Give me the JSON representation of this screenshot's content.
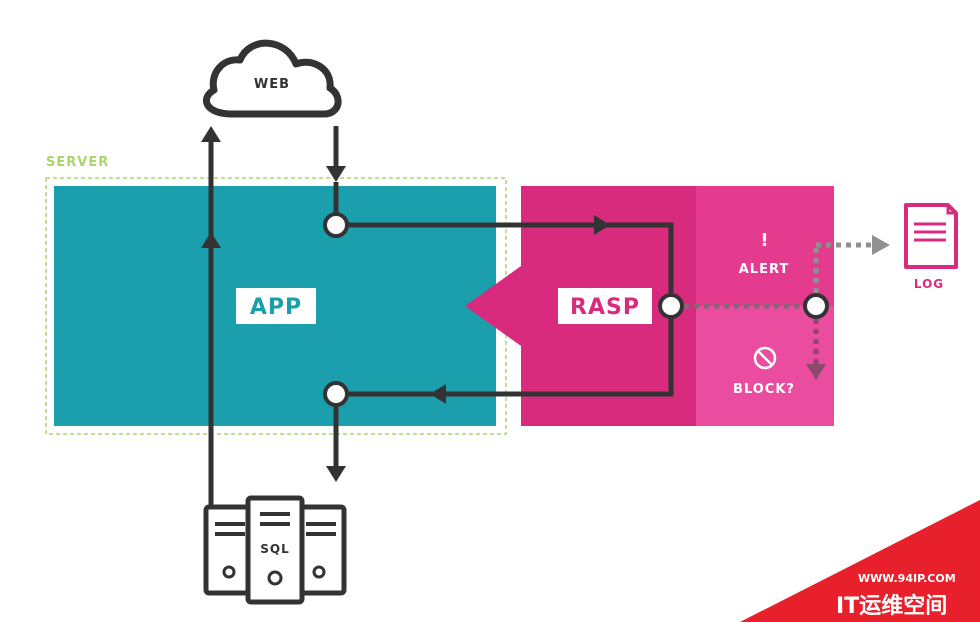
{
  "labels": {
    "web": "WEB",
    "server": "SERVER",
    "app": "APP",
    "rasp": "RASP",
    "alert_symbol": "!",
    "alert": "ALERT",
    "block": "BLOCK?",
    "log": "LOG",
    "sql": "SQL"
  },
  "watermark": {
    "url": "WWW.94IP.COM",
    "name": "IT运维空间"
  },
  "colors": {
    "app": "#1b9fac",
    "rasp": "#d82b7d",
    "alert": "#e43b8f",
    "block": "#ea4da0",
    "server_border": "#a9d66b",
    "line": "#333333",
    "dotted": "#909090",
    "watermark": "#e8202b"
  },
  "icons": [
    "cloud-icon",
    "document-icon",
    "block-icon",
    "server-rack-icon"
  ]
}
